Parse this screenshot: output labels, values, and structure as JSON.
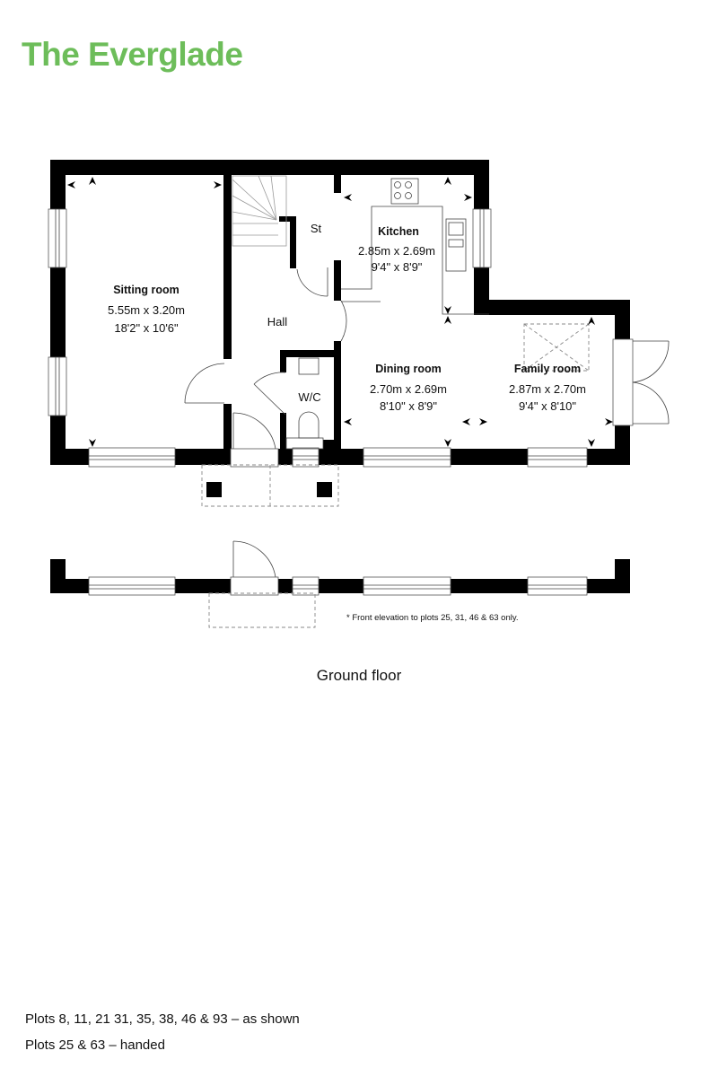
{
  "title": "The Everglade",
  "rooms": {
    "sitting": {
      "name": "Sitting room",
      "metric": "5.55m x 3.20m",
      "imperial": "18'2\" x 10'6\""
    },
    "kitchen": {
      "name": "Kitchen",
      "metric": "2.85m x 2.69m",
      "imperial": "9'4\" x 8'9\""
    },
    "dining": {
      "name": "Dining room",
      "metric": "2.70m x 2.69m",
      "imperial": "8'10\" x 8'9\""
    },
    "family": {
      "name": "Family room",
      "metric": "2.87m x 2.70m",
      "imperial": "9'4\" x 8'10\""
    },
    "hall": {
      "name": "Hall"
    },
    "store": {
      "name": "St"
    },
    "wc": {
      "name": "W/C"
    }
  },
  "elevation_note": "* Front elevation to plots 25, 31, 46 & 63 only.",
  "floor_label": "Ground floor",
  "plots": [
    "Plots 8, 11, 21 31, 35, 38, 46 & 93 – as shown",
    "Plots 25 & 63 – handed"
  ],
  "colors": {
    "brand_green": "#6dbd5a",
    "wall": "#000000"
  }
}
